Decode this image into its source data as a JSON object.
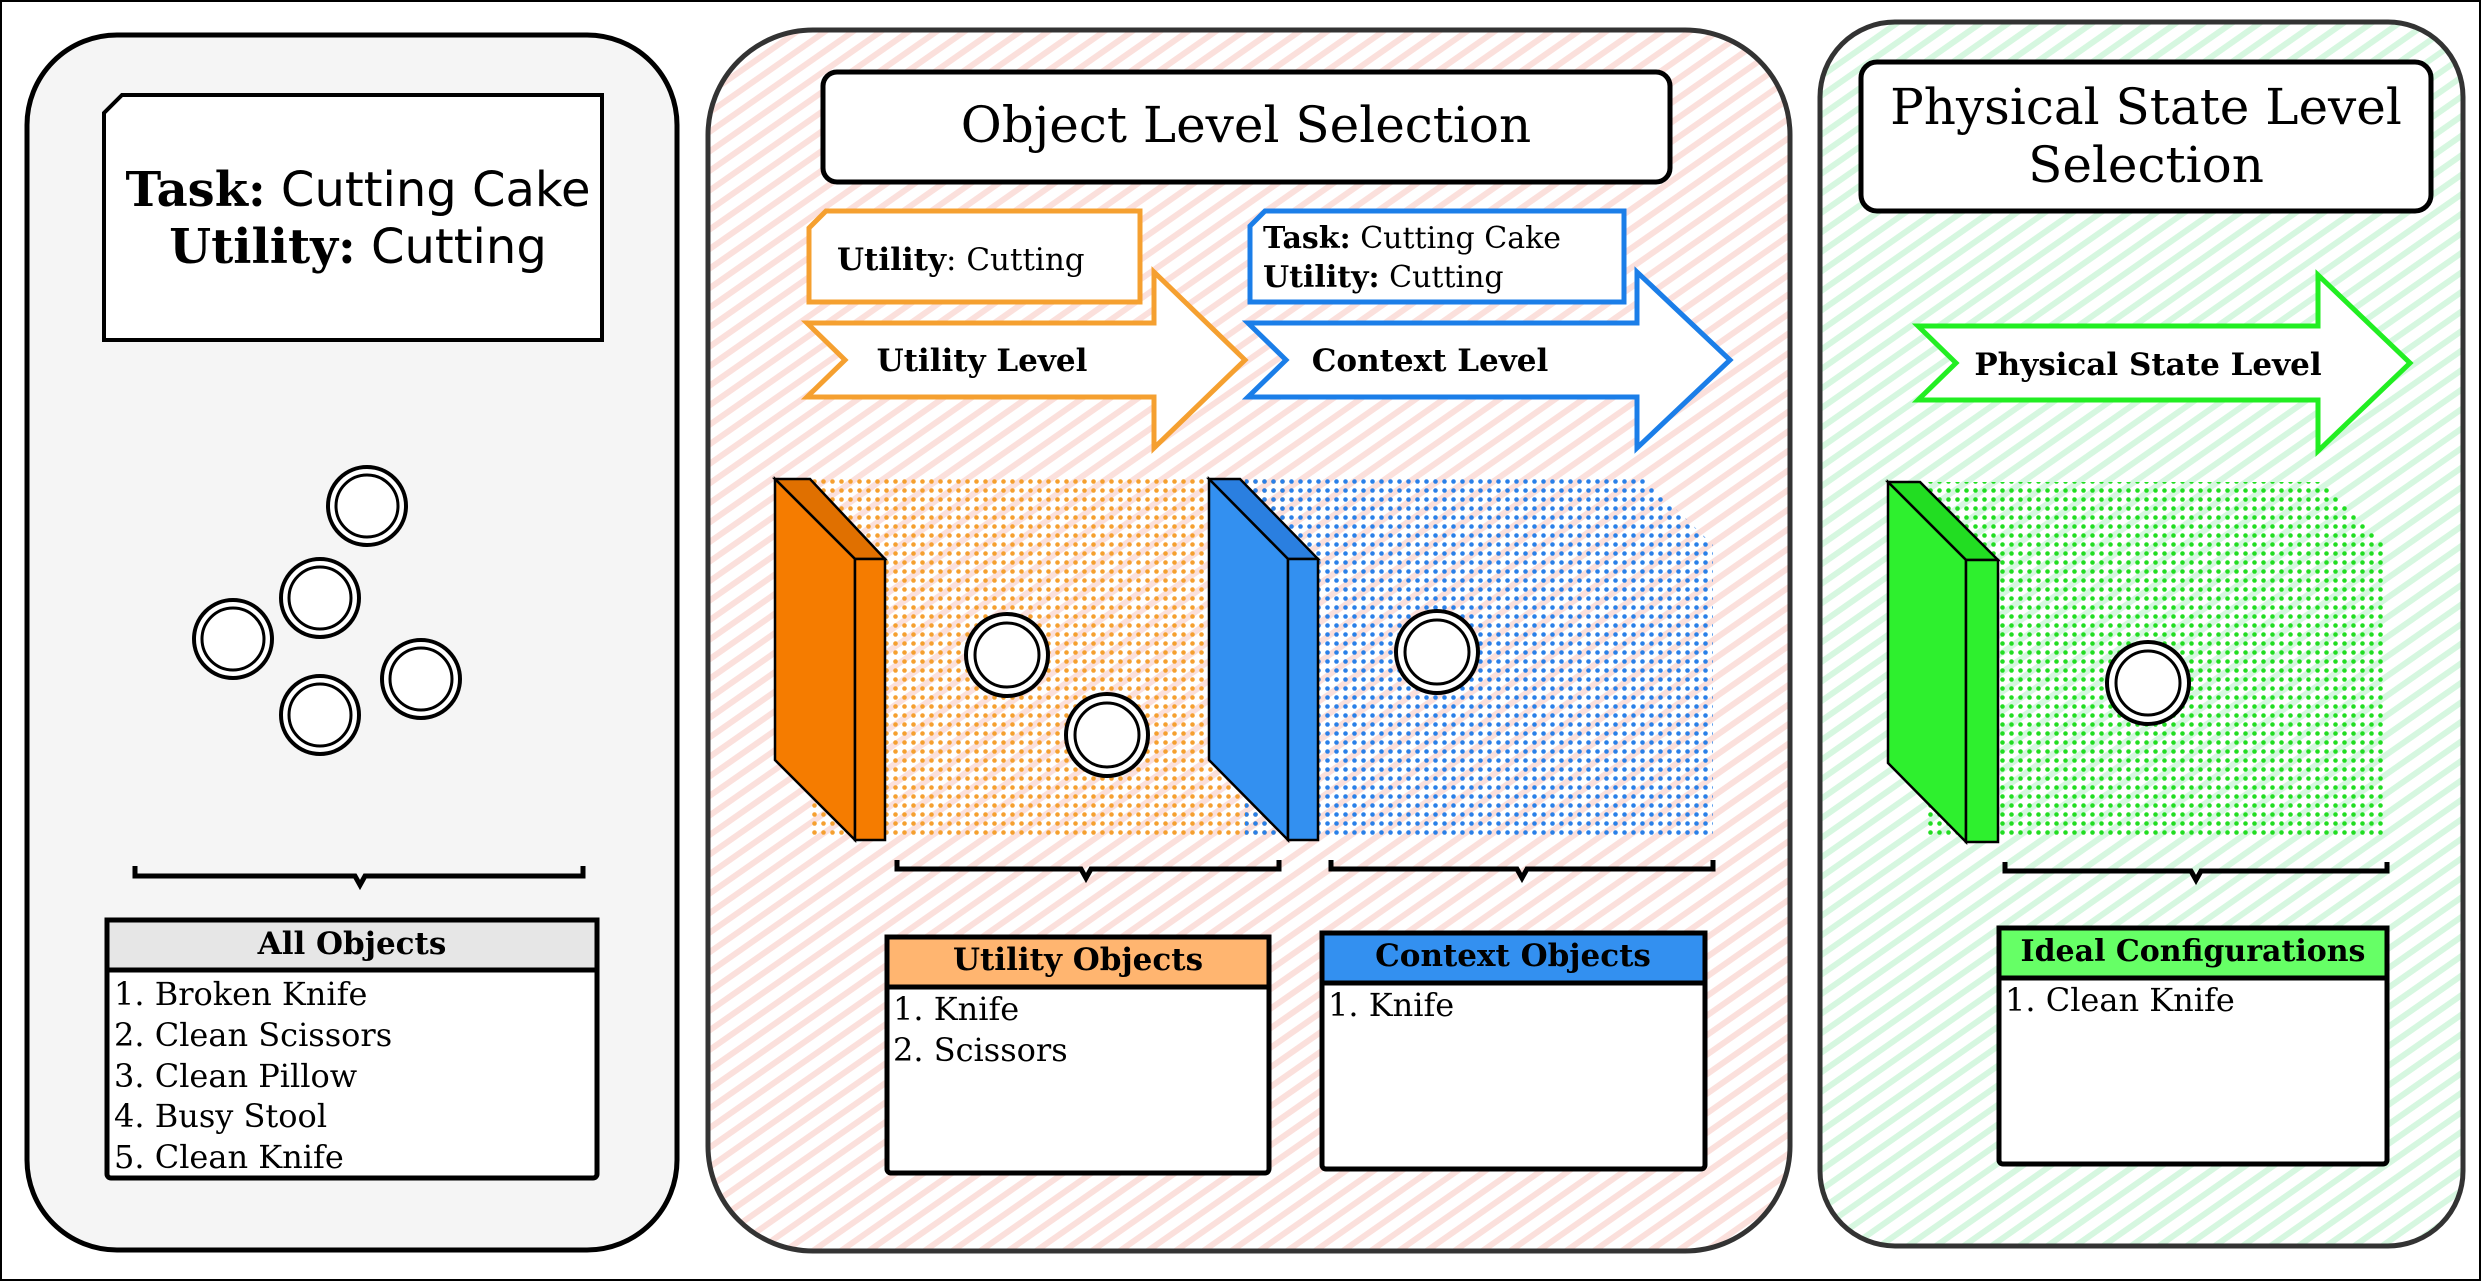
{
  "left_panel": {
    "task_label": "Task:",
    "task_value": " Cutting Cake",
    "utility_label": "Utility:",
    "utility_value": " Cutting",
    "list_title": "All Objects",
    "list_items": [
      "1. Broken Knife",
      "2. Clean Scissors",
      "3. Clean Pillow",
      "4. Busy Stool",
      "5. Clean Knife"
    ]
  },
  "middle_panel": {
    "title": "Object Level Selection",
    "utility_note": {
      "label": "Utility",
      "value": ": Cutting"
    },
    "context_note": {
      "task_label": "Task:",
      "task_value": " Cutting Cake",
      "utility_label": "Utility:",
      "utility_value": " Cutting"
    },
    "utility_arrow_label": "Utility Level",
    "context_arrow_label": "Context Level",
    "utility_list": {
      "title": "Utility Objects",
      "items": [
        "1. Knife",
        "2. Scissors"
      ]
    },
    "context_list": {
      "title": "Context Objects",
      "items": [
        "1. Knife"
      ]
    }
  },
  "right_panel": {
    "title_line1": "Physical State Level",
    "title_line2": "Selection",
    "arrow_label": "Physical State Level",
    "list": {
      "title": "Ideal Configurations",
      "items": [
        "1. Clean Knife"
      ]
    }
  },
  "colors": {
    "orange": "#f57c00",
    "orange_stroke": "#f5a030",
    "orange_header": "#ffb570",
    "blue": "#3390f0",
    "blue_stroke": "#1b7ee8",
    "green": "#2ef02e",
    "green_stroke": "#22ee22",
    "green_header": "#66ff66",
    "panel_gray": "#f5f5f5",
    "header_gray": "#e6e6e6"
  }
}
